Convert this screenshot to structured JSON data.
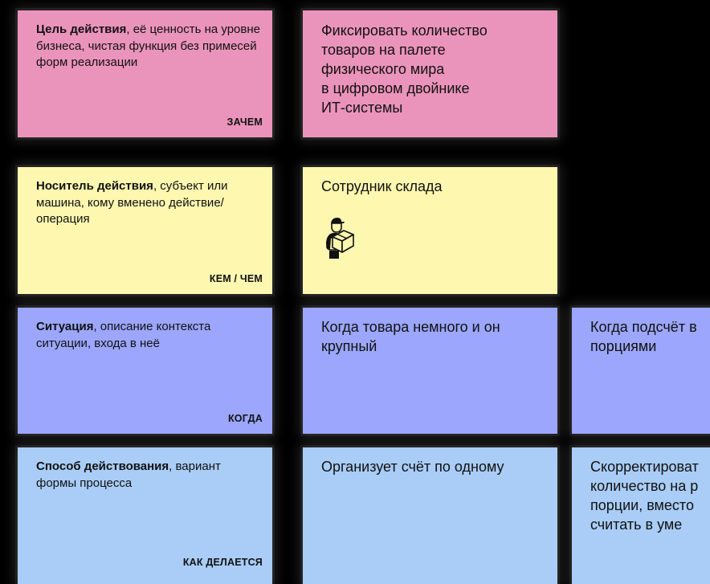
{
  "colors": {
    "background": "#000000",
    "goal": "#EB94BB",
    "actor": "#FDF7B0",
    "situation": "#9BA6FC",
    "method": "#A9CDF7",
    "text": "#111111"
  },
  "rows": [
    {
      "label": {
        "title": "Цель действия",
        "description": ", её ценность на уровне бизнеса, чистая функция без примесей форм реализации",
        "tag": "ЗАЧЕМ"
      },
      "values": [
        {
          "text": "Фиксировать количество\nтоваров на палете\nфизического мира\nв цифровом двойнике\nИТ-системы"
        }
      ]
    },
    {
      "label": {
        "title": "Носитель действия",
        "description": ", субъект или машина, кому вменено действие/ операция",
        "tag": "КЕМ / ЧЕМ"
      },
      "values": [
        {
          "text": "Сотрудник склада",
          "icon": "warehouse-worker-icon"
        }
      ]
    },
    {
      "label": {
        "title": "Ситуация",
        "description": ", описание контекста ситуации, входа в неё",
        "tag": "КОГДА"
      },
      "values": [
        {
          "text": "Когда товара немного и он\nкрупный"
        },
        {
          "text": "Когда подсчёт в\nпорциями"
        }
      ]
    },
    {
      "label": {
        "title": "Способ действования",
        "description": ", вариант формы процесса",
        "tag": "КАК ДЕЛАЕТСЯ"
      },
      "values": [
        {
          "text": "Организует счёт по одному"
        },
        {
          "text": "Скорректироват\nколичество на р\nпорции, вместо\nсчитать в уме"
        }
      ]
    }
  ]
}
